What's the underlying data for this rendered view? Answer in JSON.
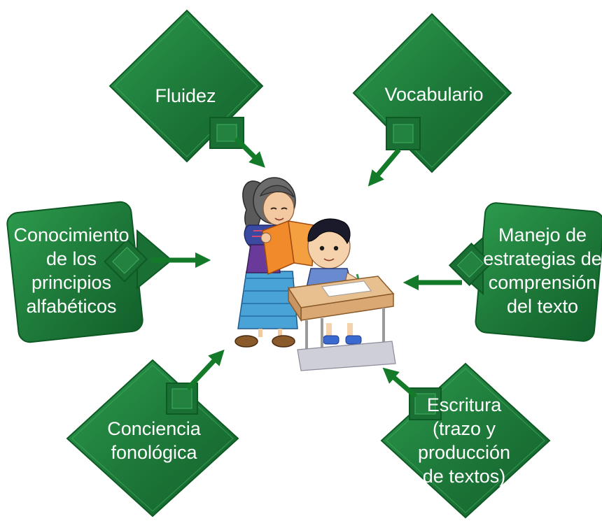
{
  "concepts": {
    "fluidez": "Fluidez",
    "vocabulario": "Vocabulario",
    "conocimiento": "Conocimiento\nde los\nprincipios\nalfabéticos",
    "manejo": "Manejo de\nestrategias de\ncomprensión\ndel texto",
    "conciencia": "Conciencia\nfonológica",
    "escritura": "Escritura\n(trazo y\nproducción\nde textos)"
  },
  "colors": {
    "shape_fill": "#1e7a3a",
    "shape_dark": "#0f5a26",
    "shape_light": "#2f9a4e",
    "arrow": "#137a2a"
  }
}
